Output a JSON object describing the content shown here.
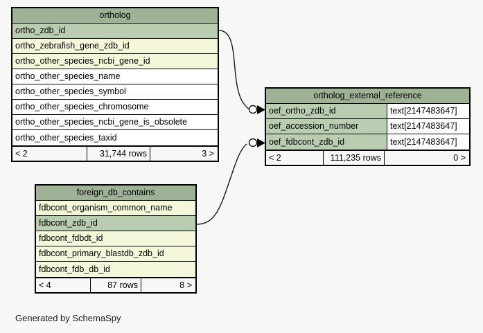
{
  "diagram": {
    "caption": "Generated by SchemaSpy",
    "background_color": "#f7f7f5",
    "header_color": "#a0b296",
    "key_row_color": "#bacdb0",
    "index_row_color": "#f4f7da",
    "plain_row_color": "#ffffff",
    "border_color": "#000000"
  },
  "tables": {
    "ortholog": {
      "title": "ortholog",
      "columns": [
        {
          "name": "ortho_zdb_id",
          "kind": "key"
        },
        {
          "name": "ortho_zebrafish_gene_zdb_id",
          "kind": "index"
        },
        {
          "name": "ortho_other_species_ncbi_gene_id",
          "kind": "index"
        },
        {
          "name": "ortho_other_species_name",
          "kind": "plain"
        },
        {
          "name": "ortho_other_species_symbol",
          "kind": "plain"
        },
        {
          "name": "ortho_other_species_chromosome",
          "kind": "plain"
        },
        {
          "name": "ortho_other_species_ncbi_gene_is_obsolete",
          "kind": "plain"
        },
        {
          "name": "ortho_other_species_taxid",
          "kind": "plain"
        }
      ],
      "footer": {
        "left": "< 2",
        "middle": "31,744 rows",
        "right": "3 >"
      }
    },
    "ortholog_external_reference": {
      "title": "ortholog_external_reference",
      "columns": [
        {
          "name": "oef_ortho_zdb_id",
          "type": "text[2147483647]",
          "kind": "key"
        },
        {
          "name": "oef_accession_number",
          "type": "text[2147483647]",
          "kind": "key"
        },
        {
          "name": "oef_fdbcont_zdb_id",
          "type": "text[2147483647]",
          "kind": "key"
        }
      ],
      "footer": {
        "left": "< 2",
        "middle": "111,235 rows",
        "right": "0 >"
      }
    },
    "foreign_db_contains": {
      "title": "foreign_db_contains",
      "columns": [
        {
          "name": "fdbcont_organism_common_name",
          "kind": "index"
        },
        {
          "name": "fdbcont_zdb_id",
          "kind": "key"
        },
        {
          "name": "fdbcont_fdbdt_id",
          "kind": "index"
        },
        {
          "name": "fdbcont_primary_blastdb_zdb_id",
          "kind": "index"
        },
        {
          "name": "fdbcont_fdb_db_id",
          "kind": "index"
        }
      ],
      "footer": {
        "left": "< 4",
        "middle": "87 rows",
        "right": "8 >"
      }
    }
  },
  "relationships": [
    {
      "name": "ortholog-to-ortholog_external_reference",
      "from_table": "ortholog",
      "from_column": "ortho_zdb_id",
      "to_table": "ortholog_external_reference",
      "to_column": "oef_ortho_zdb_id"
    },
    {
      "name": "foreign_db_contains-to-ortholog_external_reference",
      "from_table": "foreign_db_contains",
      "from_column": "fdbcont_zdb_id",
      "to_table": "ortholog_external_reference",
      "to_column": "oef_fdbcont_zdb_id"
    }
  ]
}
